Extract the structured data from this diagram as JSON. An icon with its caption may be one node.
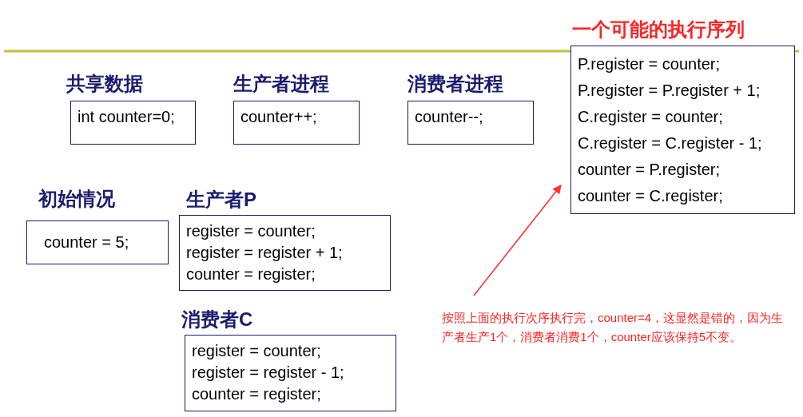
{
  "diagram": {
    "nodes": [
      {
        "text": [
          "共享数据",
          "int counter=0;"
        ]
      },
      {
        "text": [
          "生产者进程",
          "counter++;"
        ]
      },
      {
        "text": [
          "消费者进程",
          "counter--;"
        ]
      },
      {
        "text": [
          "初始情况",
          "counter = 5;"
        ]
      },
      {
        "text": [
          "生产者P",
          "register = counter;",
          "register = register + 1;",
          "counter = register;"
        ]
      },
      {
        "text": [
          "消费者C",
          "register = counter;",
          "register = register - 1;",
          "counter = register;"
        ]
      },
      {
        "text": [
          "一个可能的执行序列",
          "P.register = counter;",
          "P.register = P.register + 1;",
          "C.register = counter;",
          "C.register = C.register - 1;",
          "counter = P.register;",
          "counter = C.register;"
        ]
      },
      {
        "text": [
          "按照上面的执行次序执行完，counter=4，这显然是错的，因为生产者生产1个，消费者消费1个，counter应该保持5不变。"
        ]
      }
    ],
    "edges": [
      {
        "from": 7,
        "to": 6,
        "arrow": "to",
        "color": "#ff3333"
      }
    ]
  }
}
